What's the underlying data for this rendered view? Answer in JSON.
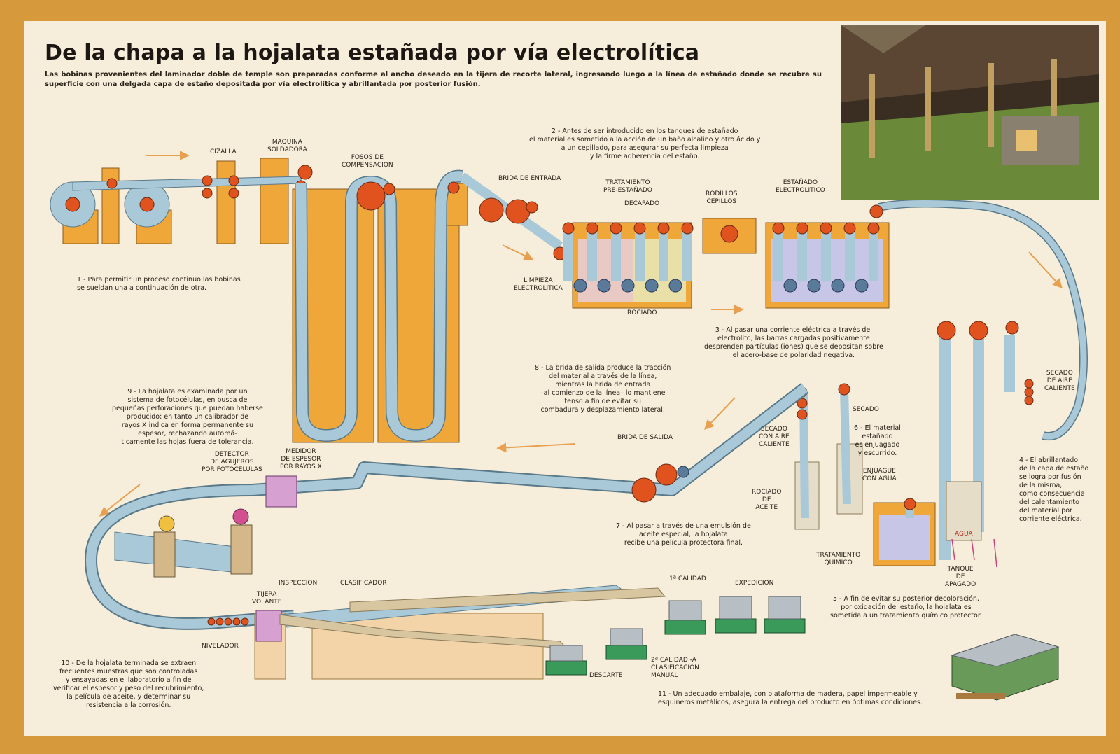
{
  "title": "De la chapa a la hojalata estañada por vía electrolítica",
  "intro": "Las bobinas provenientes del laminador doble de temple son preparadas conforme al ancho deseado en la tijera de recorte lateral, ingresando luego a la línea de estañado donde se recubre su superficie con una delgada capa de estaño depositada por vía electrolítica y abrillantada por posterior fusión.",
  "labels": {
    "cizalla": "CIZALLA",
    "maquina_soldadora": "MAQUINA\nSOLDADORA",
    "fosos": "FOSOS DE\nCOMPENSACION",
    "brida_entrada": "BRIDA DE ENTRADA",
    "tratamiento_pre": "TRATAMIENTO\nPRE-ESTAÑADO",
    "decapado": "DECAPADO",
    "rodillos": "RODILLOS\nCEPILLOS",
    "estanado": "ESTAÑADO\nELECTROLITICO",
    "limpieza": "LIMPIEZA\nELECTROLITICA",
    "rociado": "ROCIADO",
    "secado_aire_caliente": "SECADO\nDE AIRE\nCALIENTE",
    "secado": "SECADO",
    "secado_con_aire": "SECADO\nCON AIRE\nCALIENTE",
    "brida_salida": "BRIDA DE SALIDA",
    "detector": "DETECTOR\nDE AGUJEROS\nPOR FOTOCELULAS",
    "medidor": "MEDIDOR\nDE ESPESOR\nPOR RAYOS X",
    "rociado_aceite": "ROCIADO\nDE\nACEITE",
    "enjuague": "ENJUAGUE\nCON AGUA",
    "tratamiento_quimico": "TRATAMIENTO\nQUIMICO",
    "tanque_apagado": "TANQUE\nDE\nAPAGADO",
    "agua": "AGUA",
    "inspeccion": "INSPECCION",
    "clasificador": "CLASIFICADOR",
    "tijera_volante": "TIJERA\nVOLANTE",
    "nivelador": "NIVELADOR",
    "primera_calidad": "1ª CALIDAD",
    "expedicion": "EXPEDICION",
    "segunda_calidad": "2ª CALIDAD -A\nCLASIFICACION\nMANUAL",
    "descarte": "DESCARTE"
  },
  "notes": {
    "n1": "1 - Para permitir un proceso continuo las bobinas\n      se sueldan una a continuación de otra.",
    "n2": "2 - Antes de ser introducido en los tanques de estañado\nel material es sometido a la acción de un baño alcalino y otro ácido y\na un cepillado, para asegurar su perfecta limpieza\ny la firme adherencia del estaño.",
    "n3": "3 - Al pasar una corriente eléctrica a través del\nelectrolito, las barras cargadas positivamente\ndesprenden partículas (iones) que se depositan sobre\nel acero-base de polaridad negativa.",
    "n4": "4 - El abrillantado\nde la capa de estaño\nse logra por fusión\nde la misma,\ncomo consecuencia\ndel calentamiento\ndel material por\ncorriente eléctrica.",
    "n5": "5 - A fin de evitar su posterior decoloración,\npor oxidación del estaño, la hojalata es\nsometida a un tratamiento químico protector.",
    "n6": "6 - El material\nestañado\nes enjuagado\ny escurrido.",
    "n7": "7 - Al pasar a través de una emulsión de\naceite especial, la hojalata\nrecibe una película protectora final.",
    "n8": "8 - La brida de salida produce la tracción\ndel material a través de la línea,\nmientras la brida de entrada\n–al comienzo de la línea– lo mantiene\ntenso a fin de evitar su\ncombadura y desplazamiento lateral.",
    "n9": "9 - La hojalata es examinada por un\nsistema de fotocélulas, en busca de\npequeñas perforaciones que puedan haberse\nproducido; en tanto un calibrador de\nrayos X indica en forma permanente su\nespesor, rechazando automá-\nticamente las hojas fuera de tolerancia.",
    "n10": "10 - De la hojalata terminada se extraen\nfrecuentes muestras que son controladas\ny ensayadas en el laboratorio a fin de\nverificar el espesor y peso del recubrimiento,\nla película de aceite, y determinar su\nresistencia a la corrosión.",
    "n11": "11 - Un adecuado embalaje, con plataforma de madera, papel impermeable y\nesquineros metálicos, asegura la entrega del producto en óptimas condiciones."
  },
  "colors": {
    "border": "#d69a3c",
    "paper": "#f6eedb",
    "strip": "#a9c8d8",
    "orange_machine": "#f0a73a",
    "roller": "#e0531e",
    "arrow": "#e8a050"
  }
}
